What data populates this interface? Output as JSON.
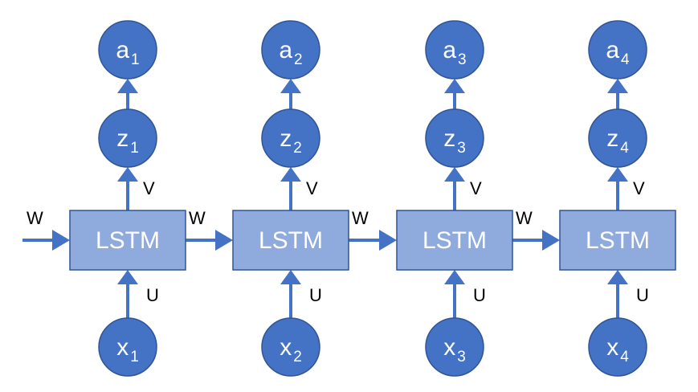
{
  "cell_label": "LSTM",
  "weights": {
    "recurrent": "W",
    "output": "V",
    "input": "U"
  },
  "timesteps": [
    {
      "input": {
        "base": "x",
        "sub": "1"
      },
      "hidden": {
        "base": "z",
        "sub": "1"
      },
      "output": {
        "base": "a",
        "sub": "1"
      }
    },
    {
      "input": {
        "base": "x",
        "sub": "2"
      },
      "hidden": {
        "base": "z",
        "sub": "2"
      },
      "output": {
        "base": "a",
        "sub": "2"
      }
    },
    {
      "input": {
        "base": "x",
        "sub": "3"
      },
      "hidden": {
        "base": "z",
        "sub": "3"
      },
      "output": {
        "base": "a",
        "sub": "3"
      }
    },
    {
      "input": {
        "base": "x",
        "sub": "4"
      },
      "hidden": {
        "base": "z",
        "sub": "4"
      },
      "output": {
        "base": "a",
        "sub": "4"
      }
    }
  ],
  "colors": {
    "node_fill": "#4472C4",
    "node_stroke": "#2F5597",
    "cell_fill": "#8FAADC",
    "arrow": "#4472C4",
    "label_text": "#000000",
    "node_text": "#ffffff"
  }
}
